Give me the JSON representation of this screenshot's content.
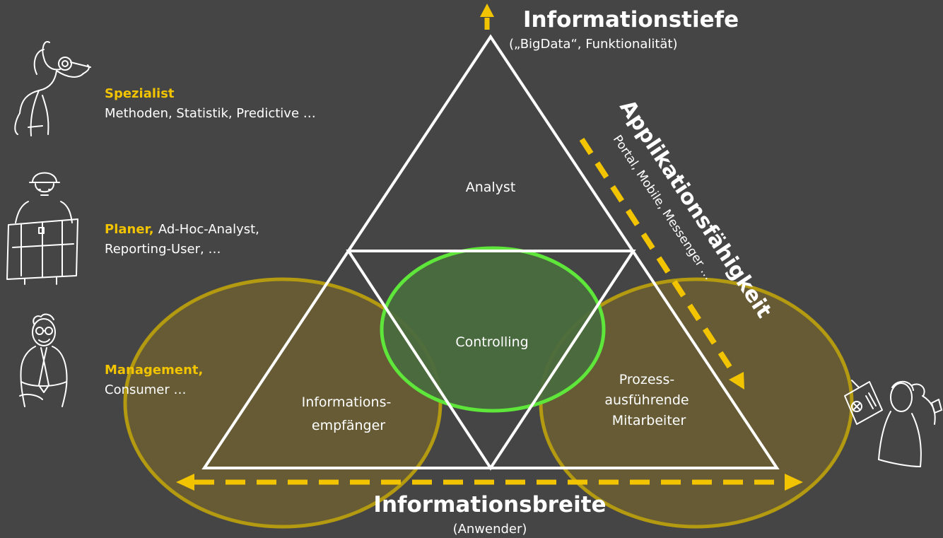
{
  "axes": {
    "depth": {
      "title": "Informationstiefe",
      "subtitle": "(„BigData“, Funktionalität)"
    },
    "breadth": {
      "title": "Informationsbreite",
      "subtitle": "(Anwender)"
    },
    "application": {
      "title": "Applikationsfähigkeit",
      "subtitle": "Portal, Mobile, Messenger …"
    }
  },
  "segments": {
    "top": "Analyst",
    "center": "Controlling",
    "left": [
      "Informations-",
      "empfänger"
    ],
    "right": [
      "Prozess-",
      "ausführende",
      "Mitarbeiter"
    ]
  },
  "roles": [
    {
      "lines": [
        [
          {
            "text": "Spezialist",
            "hl": true
          }
        ],
        [
          {
            "text": "Methoden, Statistik, Predictive …",
            "hl": false
          }
        ]
      ]
    },
    {
      "lines": [
        [
          {
            "text": "Planer",
            "hl": true
          },
          {
            "text": ", ",
            "hl": true
          },
          {
            "text": "Ad-Hoc-Analyst,",
            "hl": false
          }
        ],
        [
          {
            "text": "Reporting-User, …",
            "hl": false
          }
        ]
      ]
    },
    {
      "lines": [
        [
          {
            "text": "Management,",
            "hl": true
          }
        ],
        [
          {
            "text": "Consumer …",
            "hl": false
          }
        ]
      ]
    }
  ],
  "colors": {
    "background": "#454545",
    "highlight": "#f2c400",
    "arrow": "#f2c400",
    "ellipse_fill": "#6b5e32",
    "ellipse_stroke": "#b39a10",
    "center_fill": "#4a6b3e",
    "center_stroke": "#5ee63a",
    "triangle_stroke": "#ffffff"
  },
  "icons": [
    "magnifier-person-icon",
    "hardhat-planner-icon",
    "manager-tie-icon",
    "worker-radio-icon"
  ]
}
